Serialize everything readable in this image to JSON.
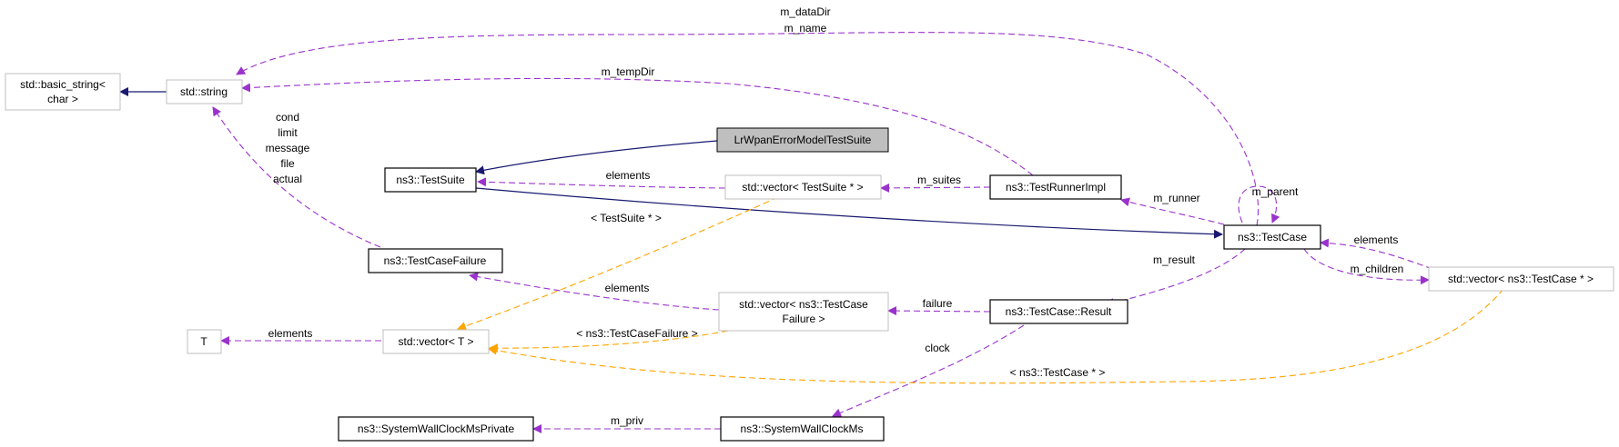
{
  "diagram": {
    "nodes": {
      "basic_string": {
        "lines": [
          "std::basic_string<",
          "char >"
        ]
      },
      "std_string": {
        "lines": [
          "std::string"
        ]
      },
      "test_suite_cls": {
        "lines": [
          "LrWpanErrorModelTestSuite"
        ]
      },
      "test_suite": {
        "lines": [
          "ns3::TestSuite"
        ]
      },
      "vec_testsuite": {
        "lines": [
          "std::vector< TestSuite * >"
        ]
      },
      "runner_impl": {
        "lines": [
          "ns3::TestRunnerImpl"
        ]
      },
      "test_case": {
        "lines": [
          "ns3::TestCase"
        ]
      },
      "vec_testcase": {
        "lines": [
          "std::vector< ns3::TestCase * >"
        ]
      },
      "tc_failure": {
        "lines": [
          "ns3::TestCaseFailure"
        ]
      },
      "vec_tcfailure": {
        "lines": [
          "std::vector< ns3::TestCase",
          "Failure >"
        ]
      },
      "tc_result": {
        "lines": [
          "ns3::TestCase::Result"
        ]
      },
      "T": {
        "lines": [
          "T"
        ]
      },
      "vec_T": {
        "lines": [
          "std::vector< T >"
        ]
      },
      "wall_priv": {
        "lines": [
          "ns3::SystemWallClockMsPrivate"
        ]
      },
      "wall": {
        "lines": [
          "ns3::SystemWallClockMs"
        ]
      }
    },
    "edge_labels": {
      "m_dataDir": "m_dataDir",
      "m_name": "m_name",
      "m_tempDir": "m_tempDir",
      "failure_fields": [
        "cond",
        "limit",
        "message",
        "file",
        "actual"
      ],
      "suite_elements": "elements",
      "m_suites": "m_suites",
      "m_parent": "m_parent",
      "m_runner": "m_runner",
      "tc_elements": "elements",
      "m_children": "m_children",
      "m_result": "m_result",
      "testsuite_tmpl": "< TestSuite * >",
      "failure_elements": "elements",
      "failure": "failure",
      "T_elements": "elements",
      "failure_tmpl": "< ns3::TestCaseFailure >",
      "clock": "clock",
      "testcase_tmpl": "< ns3::TestCase * >",
      "m_priv": "m_priv"
    },
    "colors": {
      "inheritance": "#191970",
      "usage": "#9a32cd",
      "template": "#ffa500",
      "highlight_fill": "#bfbfbf",
      "external_border": "#bfbfbf"
    }
  }
}
